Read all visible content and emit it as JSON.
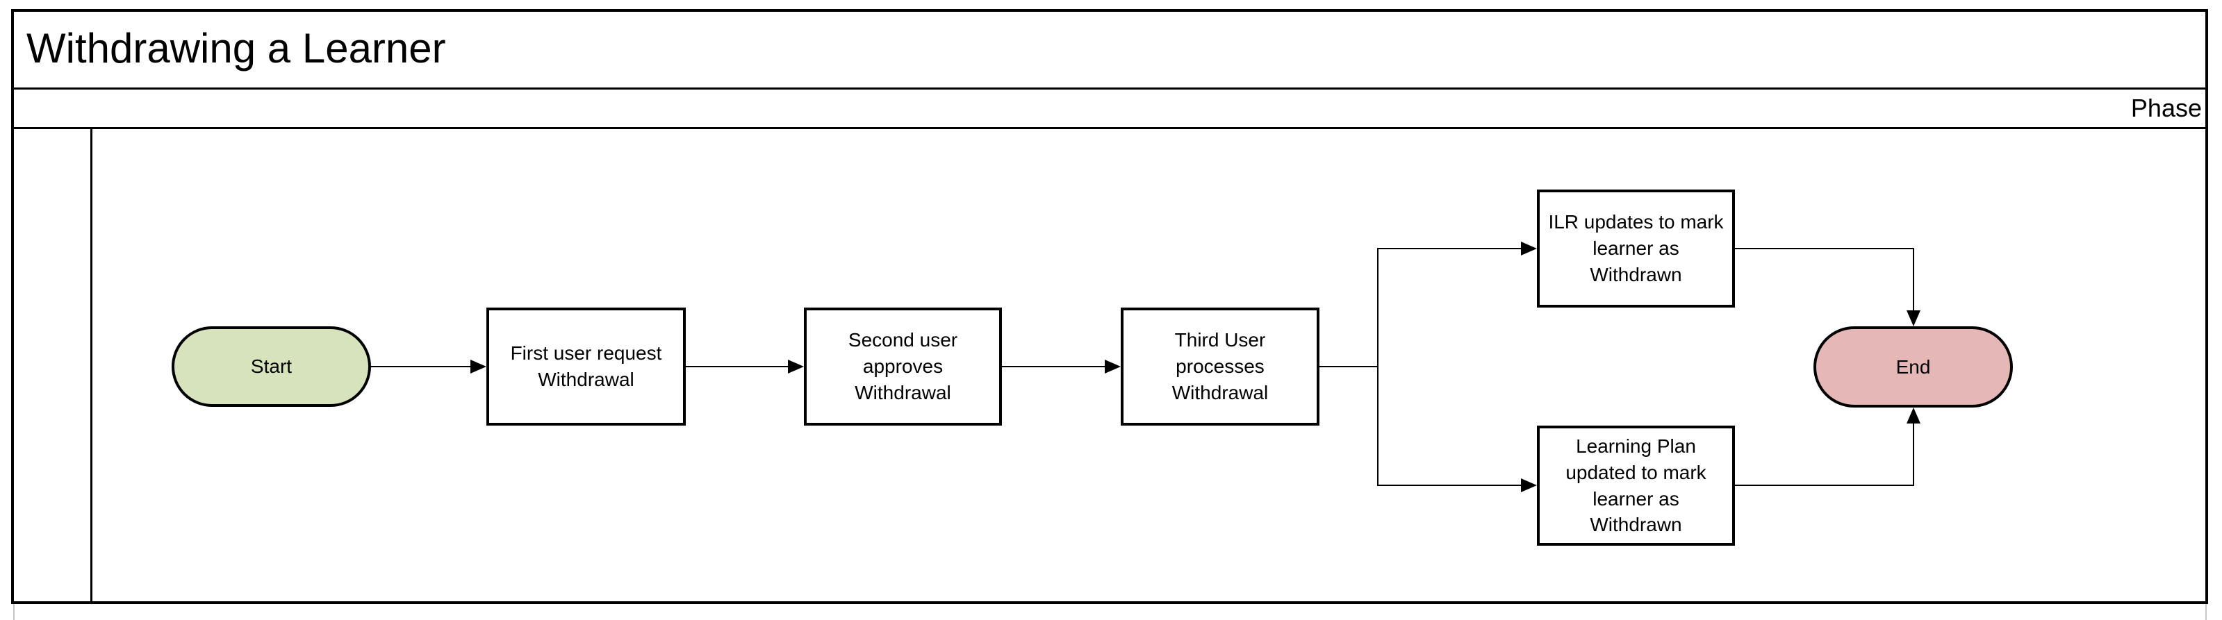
{
  "diagram": {
    "title": "Withdrawing a Learner",
    "phase_label": "Phase",
    "lane_label": "",
    "colors": {
      "start_fill": "#d6e3bc",
      "end_fill": "#e5b8b7",
      "process_fill": "#ffffff",
      "line": "#000000",
      "page_guide": "#c6c6c6"
    },
    "nodes": {
      "start": {
        "label": "Start",
        "type": "terminator"
      },
      "step1": {
        "label": "First user request\nWithdrawal",
        "type": "process"
      },
      "step2": {
        "label": "Second user\napproves\nWithdrawal",
        "type": "process"
      },
      "step3": {
        "label": "Third User\nprocesses\nWithdrawal",
        "type": "process"
      },
      "step4": {
        "label": "ILR updates to mark\nlearner as\nWithdrawn",
        "type": "process"
      },
      "step5": {
        "label": "Learning Plan\nupdated to mark\nlearner as\nWithdrawn",
        "type": "process"
      },
      "end": {
        "label": "End",
        "type": "terminator"
      }
    },
    "edges": [
      {
        "from": "start",
        "to": "step1"
      },
      {
        "from": "step1",
        "to": "step2"
      },
      {
        "from": "step2",
        "to": "step3"
      },
      {
        "from": "step3",
        "to": "step4"
      },
      {
        "from": "step3",
        "to": "step5"
      },
      {
        "from": "step4",
        "to": "end"
      },
      {
        "from": "step5",
        "to": "end"
      }
    ]
  }
}
